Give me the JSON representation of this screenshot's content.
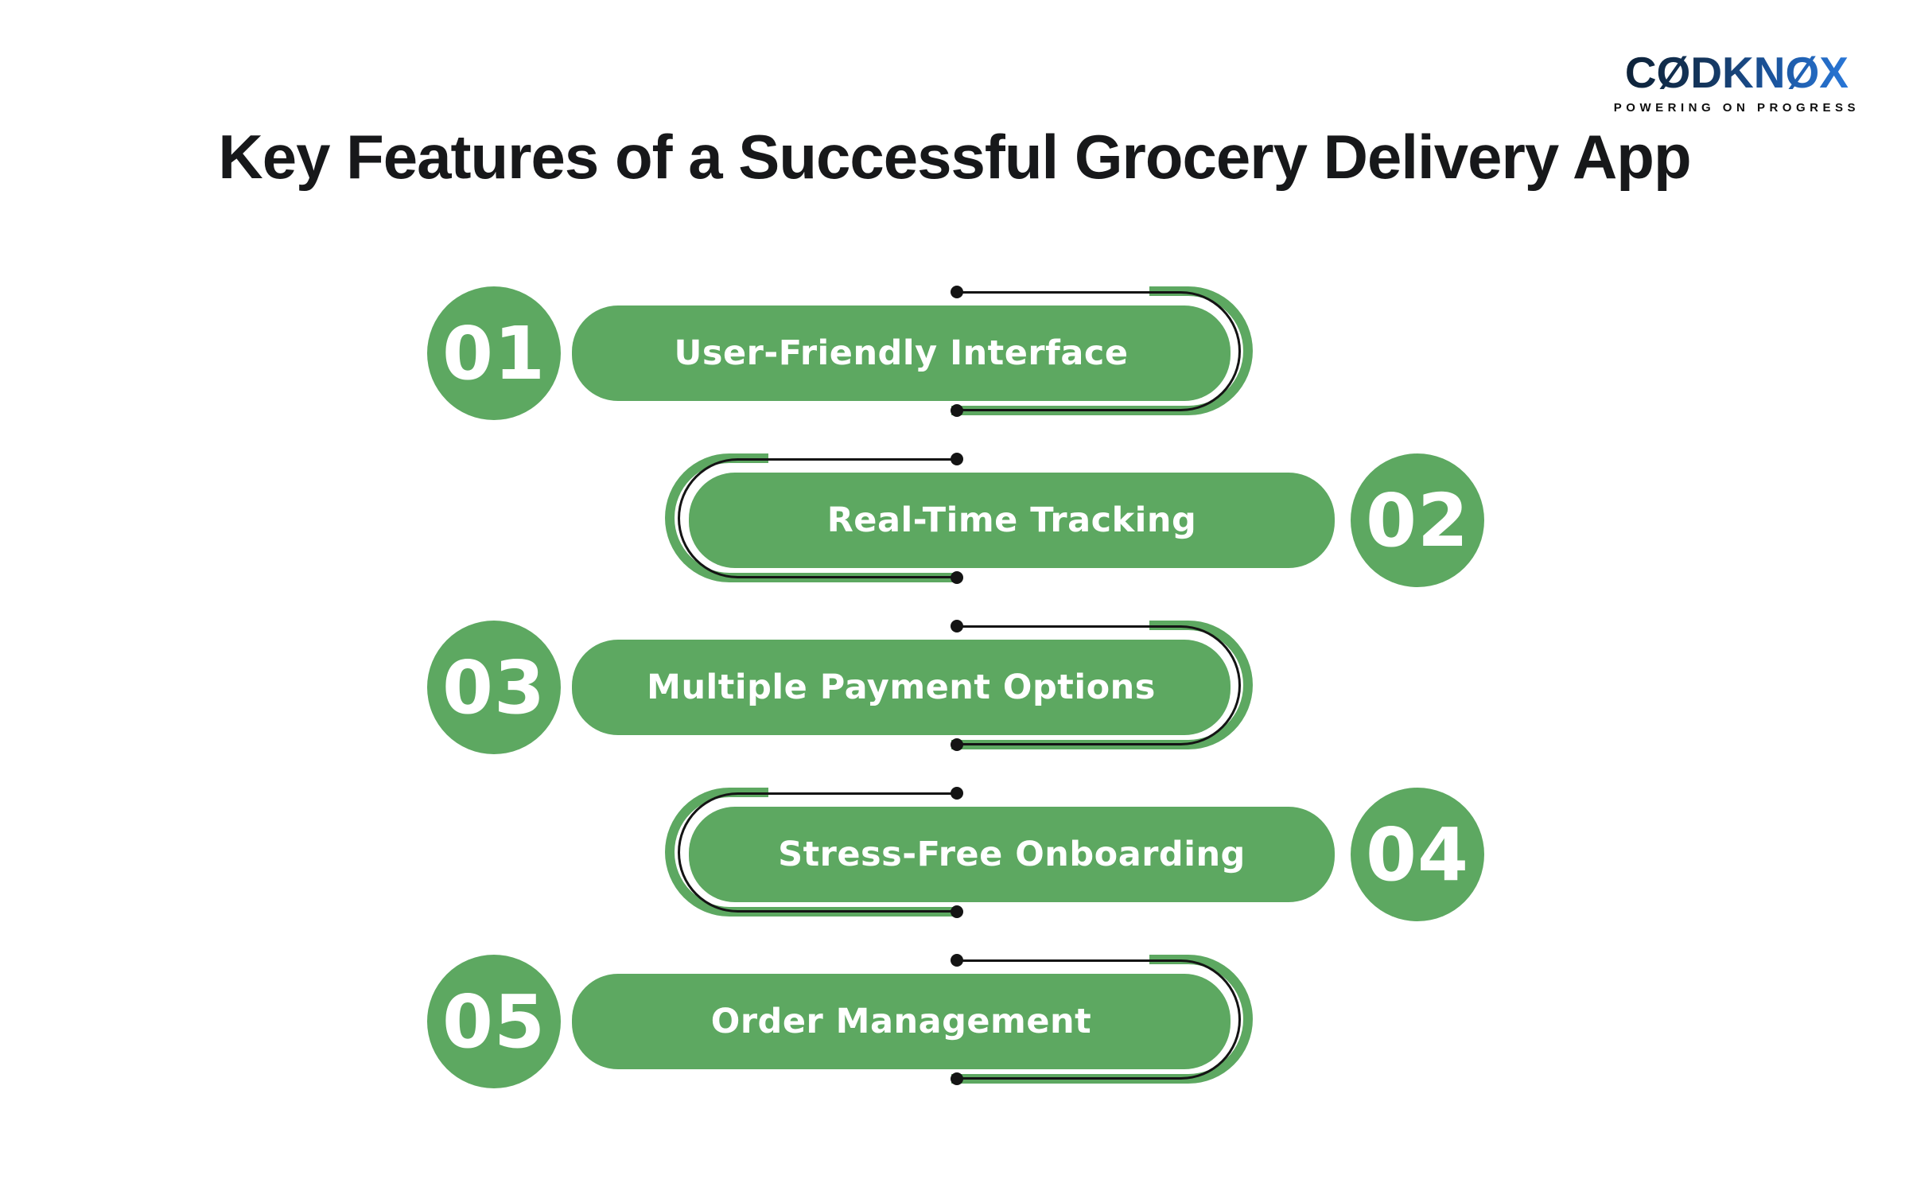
{
  "page": {
    "title": "Key Features of a Successful Grocery Delivery App",
    "background": "#ffffff",
    "title_color": "#17181a"
  },
  "logo": {
    "wordmark": "CODKNOX",
    "wordmark_display": "CØDKNØX",
    "tagline": "POWERING ON PROGRESS",
    "gradient_start": "#0c1f33",
    "gradient_end": "#2b7ce0",
    "tagline_color": "#0e0e0e"
  },
  "theme": {
    "green": "#5da861",
    "line_black": "#141414",
    "pill_text_color": "#ffffff"
  },
  "features": [
    {
      "number": "01",
      "label": "User-Friendly Interface",
      "number_position": "left"
    },
    {
      "number": "02",
      "label": "Real-Time Tracking",
      "number_position": "right"
    },
    {
      "number": "03",
      "label": "Multiple Payment Options",
      "number_position": "left"
    },
    {
      "number": "04",
      "label": "Stress-Free Onboarding",
      "number_position": "right"
    },
    {
      "number": "05",
      "label": "Order Management",
      "number_position": "left"
    }
  ]
}
